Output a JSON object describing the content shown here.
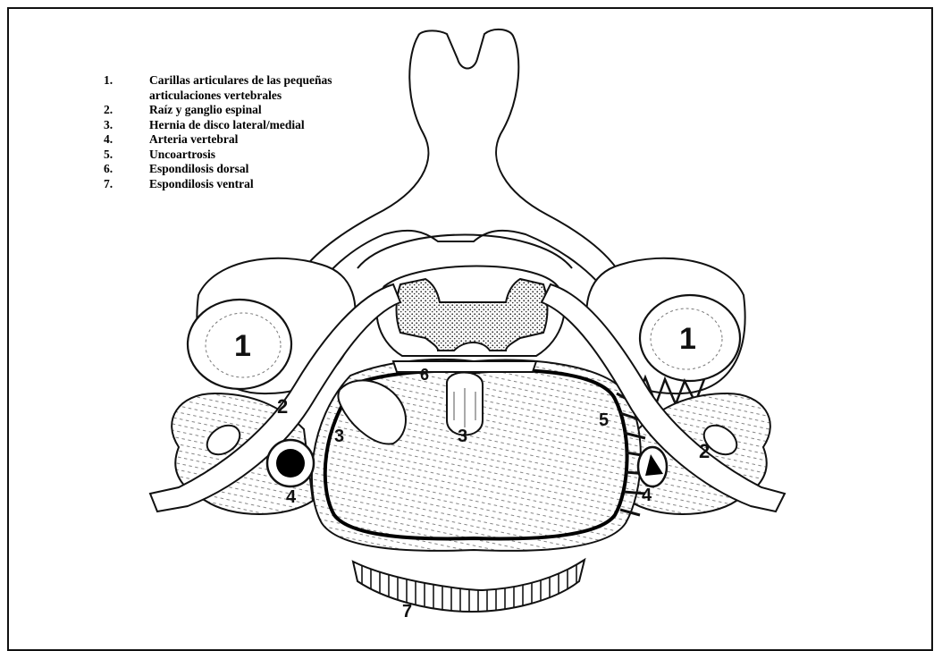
{
  "legend": {
    "items": [
      {
        "num": "1.",
        "text": "Carillas articulares de las pequeñas articulaciones vertebrales"
      },
      {
        "num": "2.",
        "text": "Raíz y ganglio espinal"
      },
      {
        "num": "3.",
        "text": "Hernia de disco lateral/medial"
      },
      {
        "num": "4.",
        "text": "Arteria vertebral"
      },
      {
        "num": "5.",
        "text": "Uncoartrosis"
      },
      {
        "num": "6.",
        "text": "Espondilosis dorsal"
      },
      {
        "num": "7.",
        "text": "Espondilosis ventral"
      }
    ]
  },
  "figure": {
    "labels": {
      "facet_left": "1",
      "facet_right": "1",
      "root_left": "2",
      "root_right": "2",
      "hernia_lateral": "3",
      "hernia_medial": "3",
      "artery_left": "4",
      "artery_right": "4",
      "uncoarthrosis": "5",
      "spondylosis_dorsal": "6",
      "spondylosis_ventral": "7"
    }
  }
}
